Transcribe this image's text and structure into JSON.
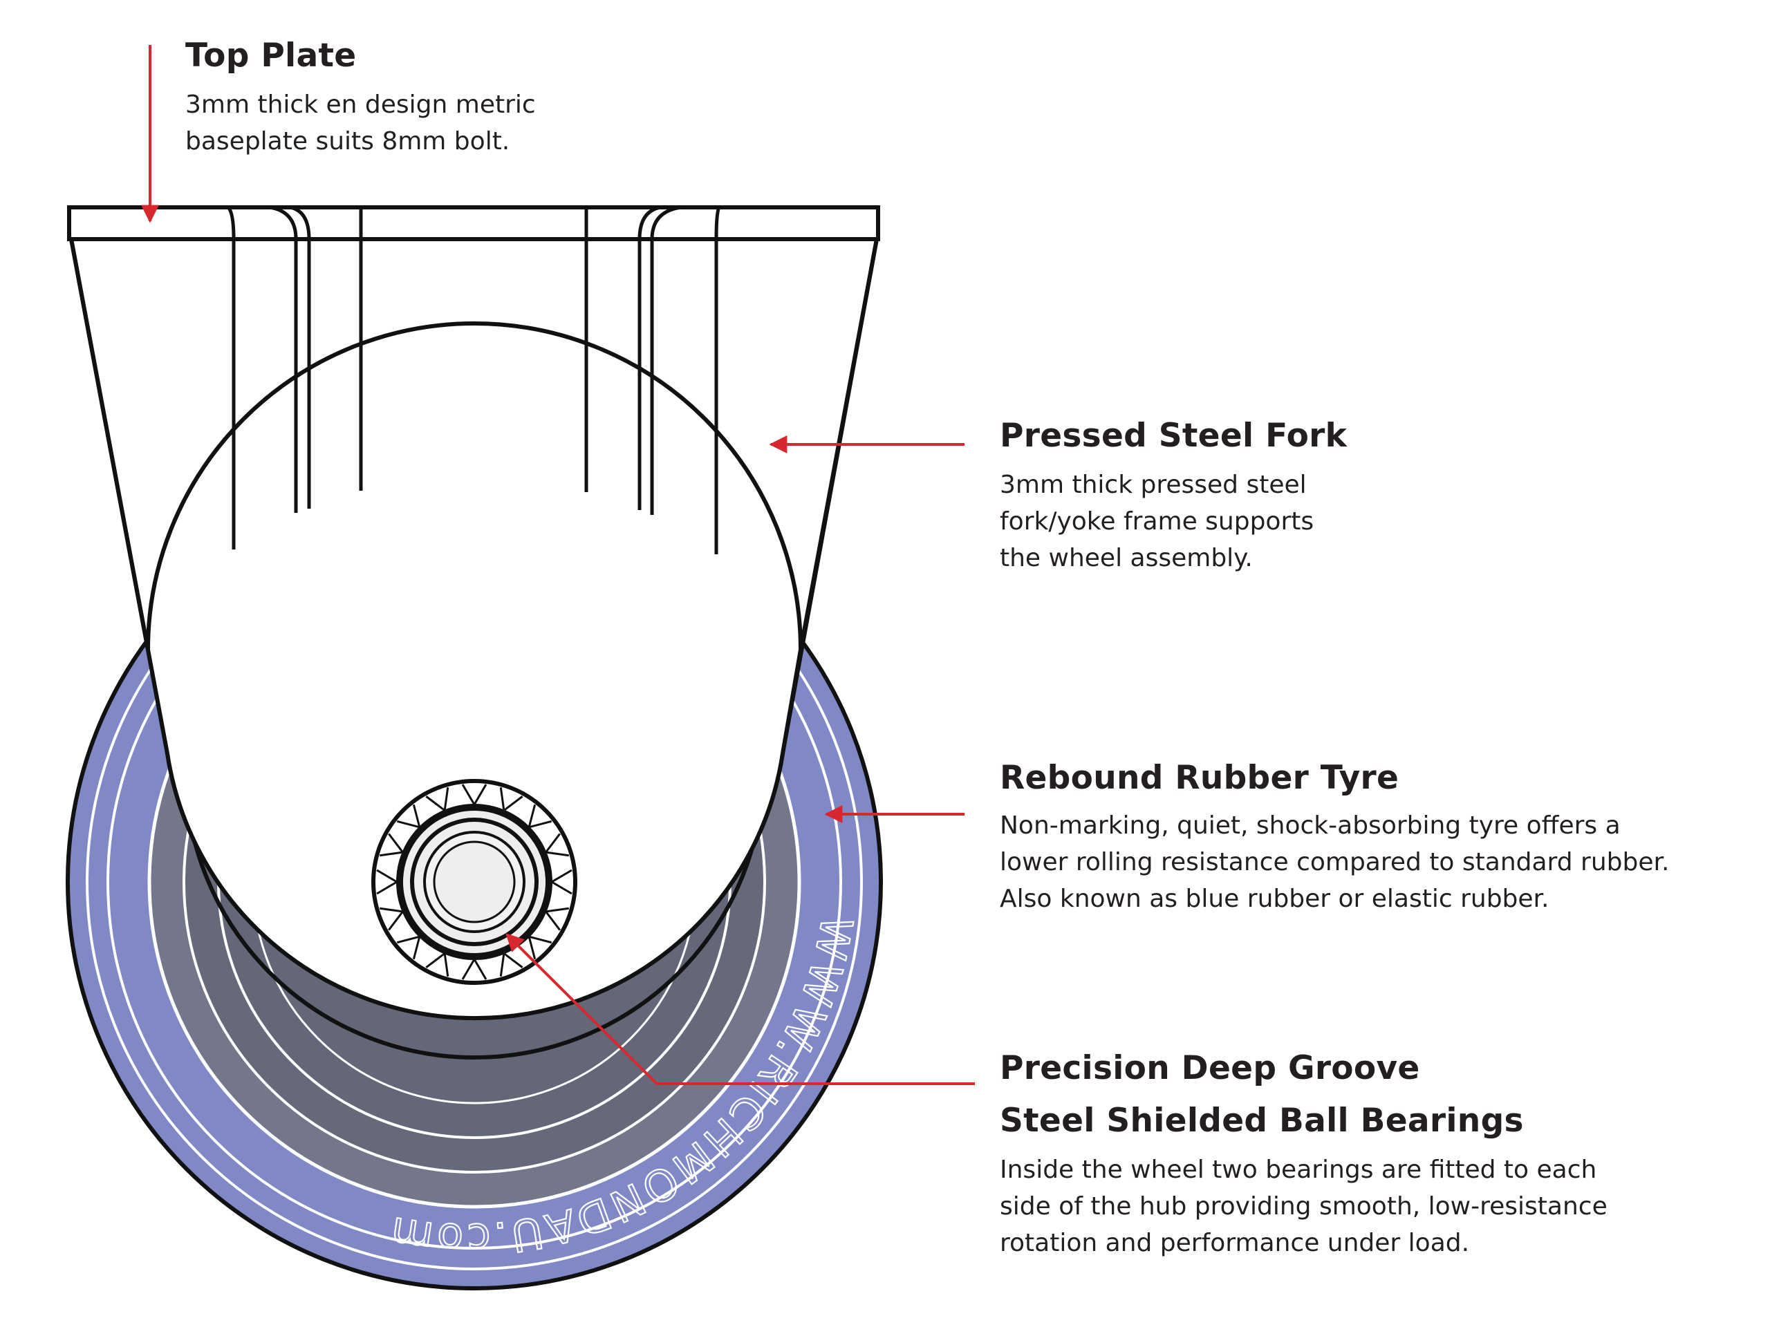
{
  "callouts": {
    "top_plate": {
      "title": "Top Plate",
      "lines": [
        "3mm thick en design metric",
        "baseplate suits 8mm bolt."
      ]
    },
    "fork": {
      "title": "Pressed Steel Fork",
      "lines": [
        "3mm thick pressed steel",
        "fork/yoke frame supports",
        "the wheel assembly."
      ]
    },
    "tyre": {
      "title": "Rebound Rubber Tyre",
      "lines": [
        "Non-marking, quiet, shock-absorbing tyre offers a",
        "lower rolling resistance compared to standard rubber.",
        "Also known as blue rubber or elastic rubber."
      ]
    },
    "bearings": {
      "title_lines": [
        "Precision Deep Groove",
        "Steel Shielded Ball Bearings"
      ],
      "lines": [
        "Inside the wheel two bearings are fitted to each",
        "side of the hub providing smooth, low-resistance",
        "rotation and performance under load."
      ]
    }
  },
  "wheel_marking": "WWW.RICHMONDAU.com",
  "colors": {
    "tyre": "#8088c6",
    "hub_core": "#646778",
    "hub_ring": "#74778a",
    "outline": "#111111",
    "arrow": "#d7282f",
    "text": "#231f20",
    "bearing_face": "#eeeeee"
  },
  "icons": {
    "arrow": "red-arrow-icon"
  }
}
